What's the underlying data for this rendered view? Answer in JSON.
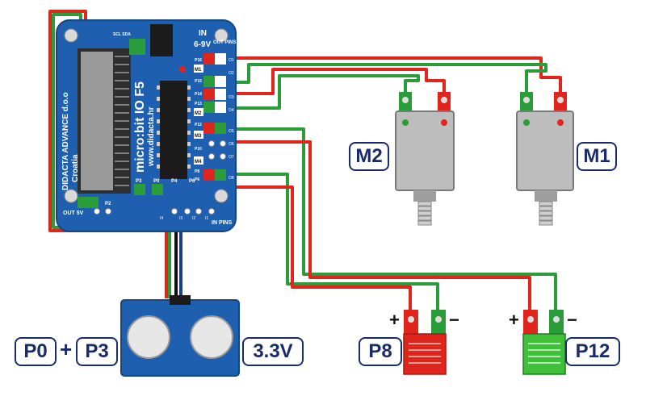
{
  "board": {
    "brand": "DIDACTA ADVANCE d.o.o",
    "country": "Croatia",
    "model": "micro:bit IO F5",
    "url": "www.didacta.hr",
    "power_label": "IN",
    "voltage_label": "6-9V",
    "out_pins_label": "OUT PINS",
    "in_pins_label": "IN PINS",
    "out_5v_label": "OUT 5V",
    "i2c_label": "SCL SDA",
    "p2_label": "P2",
    "motor_labels": [
      "M1",
      "M2",
      "M3",
      "M4"
    ],
    "pin_labels": [
      "P16",
      "P15",
      "P14",
      "P13",
      "P12",
      "P10",
      "P8",
      "P6"
    ],
    "in_pin_labels": [
      "P3",
      "P0",
      "P4",
      "P6"
    ],
    "out_index_labels": [
      "O1",
      "O2",
      "O3",
      "O4",
      "O5",
      "O6",
      "O7",
      "O8"
    ],
    "in_index_labels": [
      "I1",
      "I2",
      "I3",
      "I4"
    ]
  },
  "components": {
    "motor_left": "M2",
    "motor_right": "M1",
    "sensor_pins": "P0",
    "sensor_pins_2": "P3",
    "sensor_plus": "+",
    "sensor_voltage": "3.3V",
    "led_red": "P8",
    "led_green": "P12",
    "plus_sign": "+",
    "minus_sign": "−"
  },
  "colors": {
    "board": "#1f5fb0",
    "wire_red": "#e0261c",
    "wire_green": "#2a9d3a",
    "wire_blue": "#1e3c8c",
    "label_border": "#1a2b6b"
  }
}
